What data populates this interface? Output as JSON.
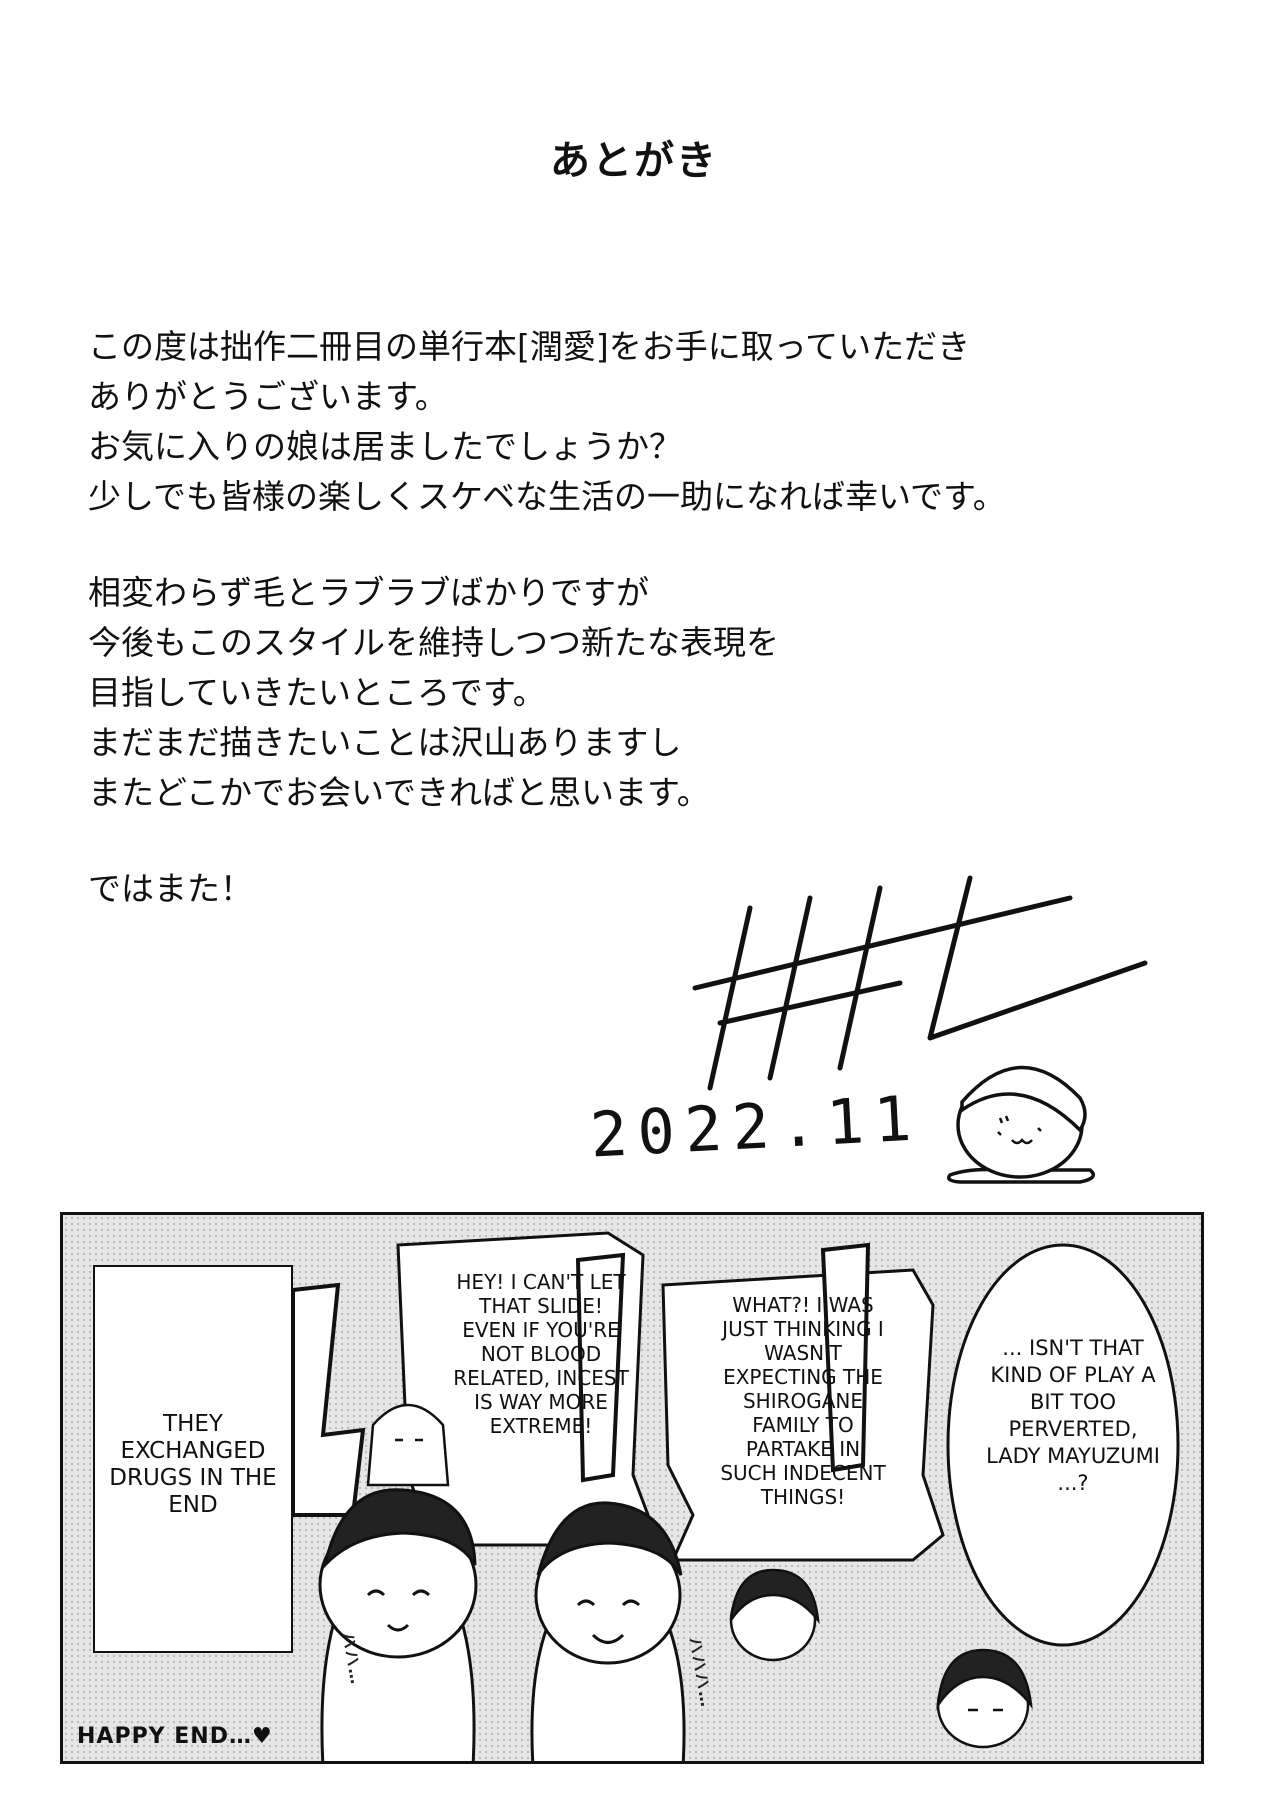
{
  "page": {
    "title": "あとがき",
    "paragraphs": [
      [
        "この度は拙作二冊目の単行本[潤愛]をお手に取っていただき",
        "ありがとうございます。",
        "お気に入りの娘は居ましたでしょうか？",
        "少しでも皆様の楽しくスケベな生活の一助になれば幸いです。"
      ],
      [
        "相変わらず毛とラブラブばかりですが",
        "今後もこのスタイルを維持しつつ新たな表現を",
        "目指していきたいところです。",
        "まだまだ描きたいことは沢山ありますし",
        "またどこかでお会いできればと思います。"
      ],
      [
        "ではまた！"
      ]
    ],
    "date": "2022.11",
    "signature_icon": "handwritten-signature",
    "mascot_icon": "round-blob-mascot"
  },
  "comic": {
    "caption": "They exchanged drugs in the end",
    "bubbles": [
      "Hey! I can't let that slide! Even if you're not blood related, incest is way more extreme!",
      "What?! I was just thinking I wasn't expecting the Shirogane family to partake in such indecent things!",
      "... Isn't that kind of play a bit too perverted, Lady Mayuzumi ...?"
    ],
    "sfx": [
      "ハハ…",
      "ハハハ…"
    ],
    "footer": "HAPPY END…♥"
  }
}
